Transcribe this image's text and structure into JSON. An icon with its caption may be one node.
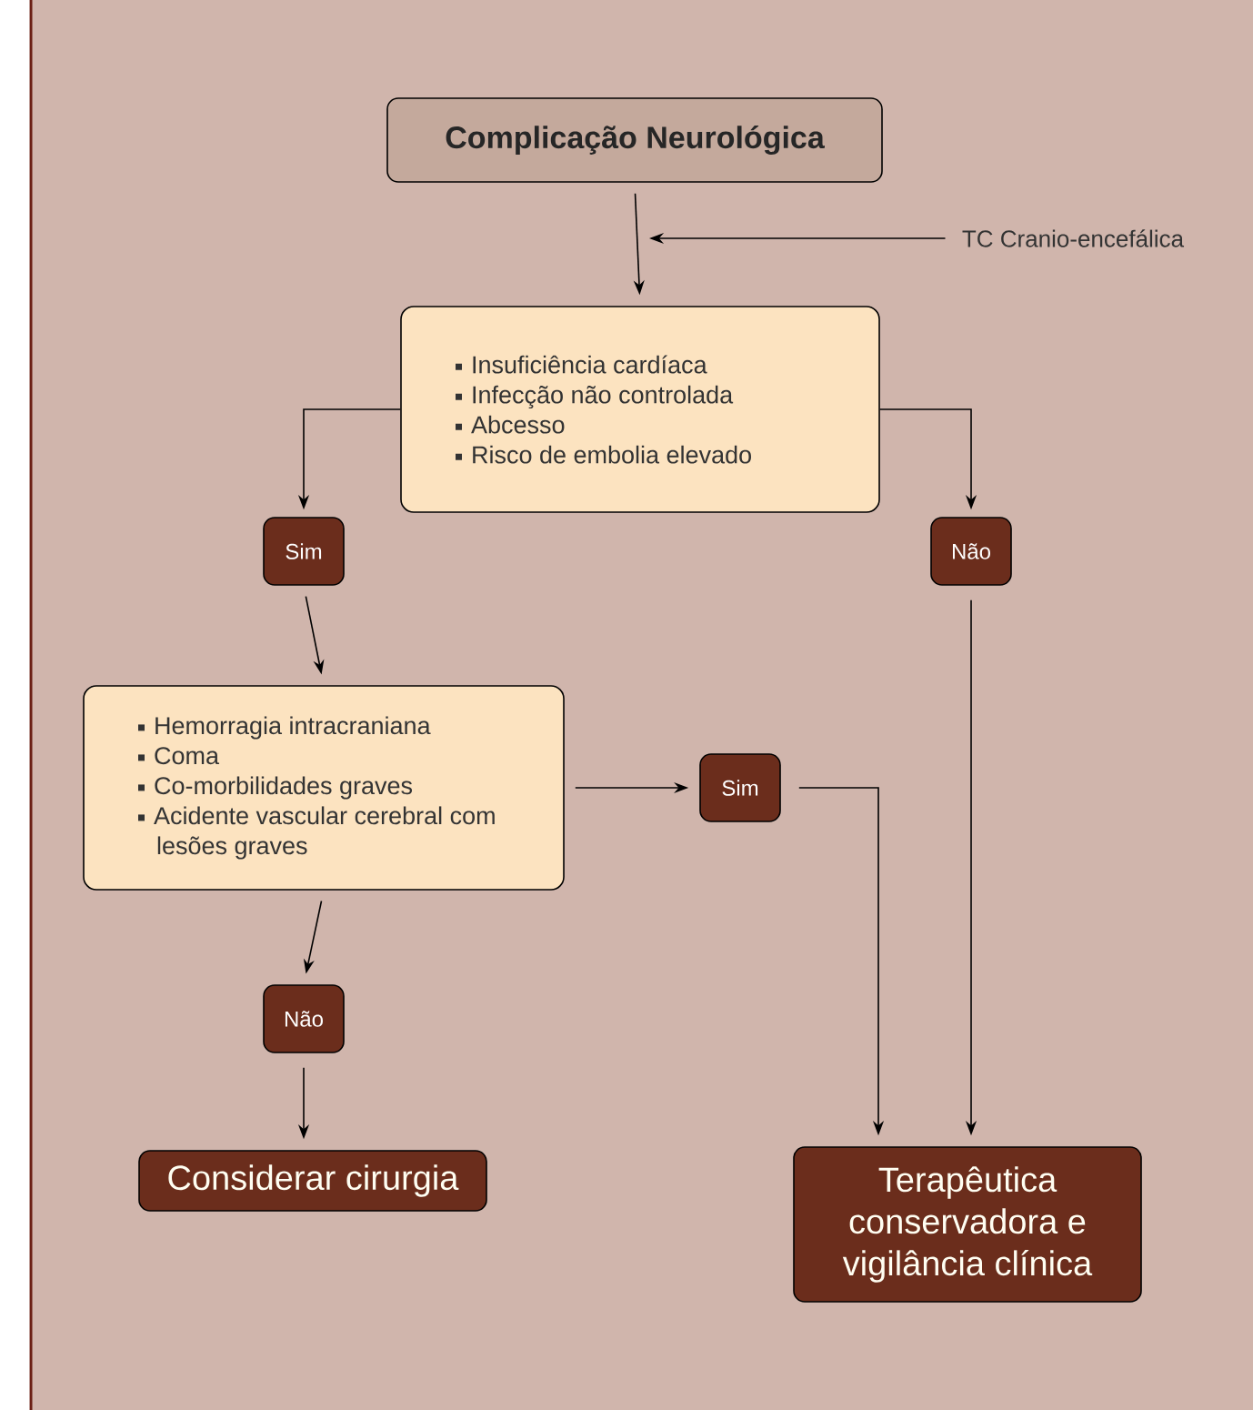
{
  "diagram": {
    "nodes": [
      {
        "text": [
          "Complicação Neurológica"
        ]
      },
      {
        "text": [
          "TC Cranio-encefálica"
        ]
      },
      {
        "text": [
          "Insuficiência cardíaca",
          "Infecção não controlada",
          "Abcesso",
          "Risco de embolia elevado"
        ]
      },
      {
        "text": [
          "Sim"
        ]
      },
      {
        "text": [
          "Não"
        ]
      },
      {
        "text": [
          "Hemorragia intracraniana",
          "Coma",
          "Co-morbilidades graves",
          "Acidente vascular cerebral com lesões graves"
        ]
      },
      {
        "text": [
          "Sim"
        ]
      },
      {
        "text": [
          "Não"
        ]
      },
      {
        "text": [
          "Considerar cirurgia"
        ]
      },
      {
        "text": [
          "Terapêutica conservadora e vigilância clínica"
        ]
      }
    ],
    "edges": [
      {
        "from": 0,
        "to": 2,
        "arrow": "to"
      },
      {
        "from": 1,
        "to": null,
        "arrow": "to"
      },
      {
        "from": 2,
        "to": 3,
        "arrow": "to"
      },
      {
        "from": 2,
        "to": 4,
        "arrow": "to"
      },
      {
        "from": 3,
        "to": 5,
        "arrow": "to"
      },
      {
        "from": 5,
        "to": 6,
        "arrow": "to"
      },
      {
        "from": 5,
        "to": 7,
        "arrow": "to"
      },
      {
        "from": 7,
        "to": 8,
        "arrow": "to"
      },
      {
        "from": 6,
        "to": 9,
        "arrow": "to"
      },
      {
        "from": 4,
        "to": 9,
        "arrow": "to"
      }
    ]
  }
}
